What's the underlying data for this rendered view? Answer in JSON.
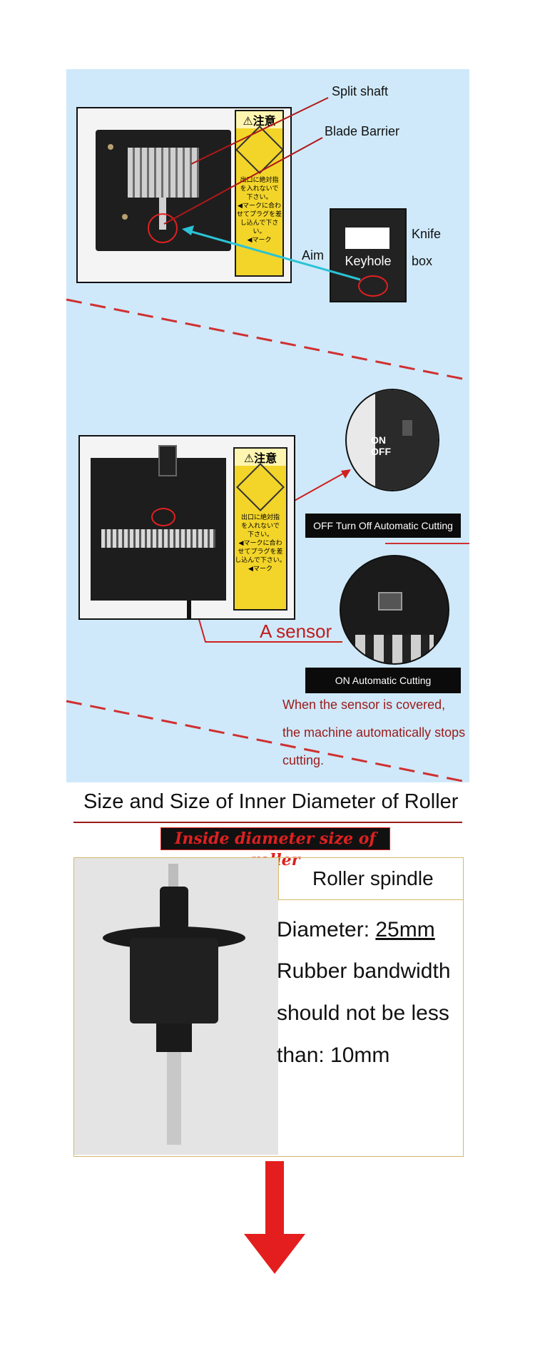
{
  "section1": {
    "label_split_shaft": "Split shaft",
    "label_blade_barrier": "Blade Barrier",
    "label_aim": "Aim",
    "label_keyhole": "Keyhole",
    "label_knife_1": "Knife",
    "label_knife_2": "box",
    "sticker_title": "⚠注意",
    "sticker_lines": [
      "出口に絶対指",
      "を入れないで",
      "下さい。",
      "◀マークに合わ",
      "せてプラグを差",
      "し込んで下さい。",
      "◀マーク"
    ]
  },
  "section2": {
    "switch_on": "ON",
    "switch_off": "OFF",
    "label_off": "OFF Turn Off Automatic Cutting",
    "label_on": "ON Automatic Cutting",
    "label_sensor": "A sensor",
    "note_line1": "When the sensor is covered,",
    "note_line2": "the machine automatically stops",
    "note_line3": "cutting.",
    "sticker_title": "⚠注意",
    "sticker_lines": [
      "出口に絶対指",
      "を入れないで",
      "下さい。",
      "◀マークに合わ",
      "せてプラグを差",
      "し込んで下さい。",
      "◀マーク"
    ]
  },
  "section3": {
    "heading": "Size and Size of Inner Diameter of Roller",
    "banner": "Inside diameter size of roller",
    "box_title": "Roller spindle",
    "diameter_label": "Diameter: ",
    "diameter_value": "25mm",
    "band_line1": "Rubber bandwidth",
    "band_line2": "should not be less",
    "band_line3": "than: 10mm"
  },
  "colors": {
    "panel_bg": "#cfe9fa",
    "accent_red": "#e02020",
    "text_red": "#9b1a1a",
    "cyan_arrow": "#2bc3d6"
  }
}
